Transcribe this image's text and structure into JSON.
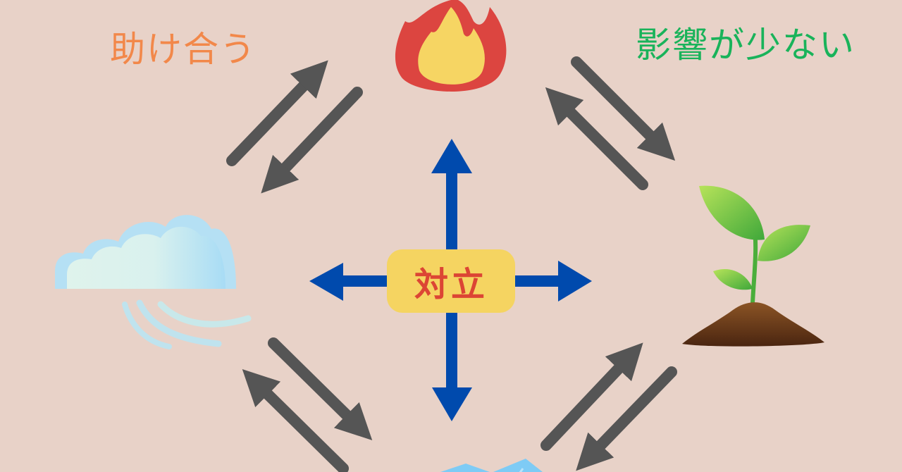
{
  "labels": {
    "help_each_other": "助け合う",
    "little_influence": "影響が少ない",
    "conflict": "対立"
  },
  "nodes": [
    {
      "name": "fire",
      "icon": "fire-icon",
      "position": "top"
    },
    {
      "name": "wind",
      "icon": "wind-cloud-icon",
      "position": "left"
    },
    {
      "name": "earth",
      "icon": "sprout-soil-icon",
      "position": "right"
    },
    {
      "name": "water",
      "icon": "water-icon",
      "position": "bottom"
    }
  ],
  "colors": {
    "background": "#e8d2c8",
    "help_text": "#f2884a",
    "little_text": "#19b35a",
    "conflict_text": "#dc4534",
    "badge": "#f5d461",
    "conflict_arrows": "#004aad",
    "relation_arrows": "#555555"
  }
}
